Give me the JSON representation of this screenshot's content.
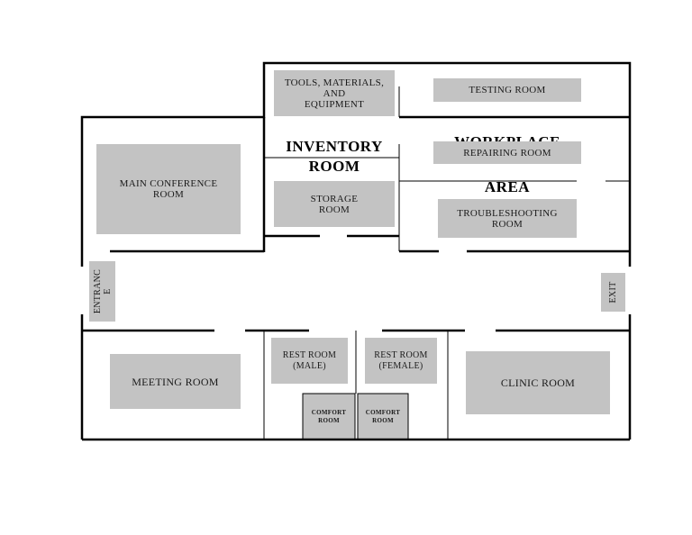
{
  "areas": {
    "inventory_line1": "INVENTORY",
    "inventory_line2": "ROOM",
    "workplace_line1": "WORKPLACE",
    "workplace_line2": "AREA"
  },
  "rooms": {
    "tools": "TOOLS, MATERIALS,\nAND\nEQUIPMENT",
    "storage": "STORAGE\nROOM",
    "testing": "TESTING ROOM",
    "repairing": "REPAIRING ROOM",
    "troubleshooting": "TROUBLESHOOTING\nROOM",
    "main_conference": "MAIN CONFERENCE\nROOM",
    "entrance": "ENTRANC\nE",
    "exit": "EXIT",
    "meeting": "MEETING ROOM",
    "restroom_male": "REST ROOM\n(MALE)",
    "restroom_female": "REST ROOM\n(FEMALE)",
    "comfort_1": "COMFORT\nROOM",
    "comfort_2": "COMFORT\nROOM",
    "clinic": "CLINIC ROOM"
  }
}
